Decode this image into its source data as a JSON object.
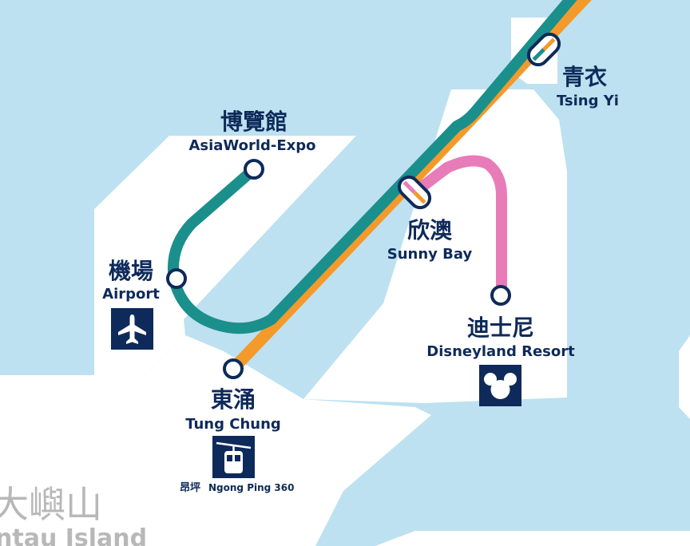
{
  "colors": {
    "water": "#bde1f0",
    "land": "#ffffff",
    "tung_chung_line": "#f39a2b",
    "airport_express": "#1b8f8c",
    "disneyland_line": "#e87cb8",
    "station_outline": "#0e2a5a",
    "icon_bg": "#0e2a5a",
    "island_label": "#b8b8b8"
  },
  "stations": [
    {
      "id": "tsing-yi",
      "name_zh": "青衣",
      "name_en": "Tsing Yi",
      "interchange": true
    },
    {
      "id": "asiaworld-expo",
      "name_zh": "博覽館",
      "name_en": "AsiaWorld-Expo",
      "interchange": false
    },
    {
      "id": "sunny-bay",
      "name_zh": "欣澳",
      "name_en": "Sunny Bay",
      "interchange": true
    },
    {
      "id": "airport",
      "name_zh": "機場",
      "name_en": "Airport",
      "interchange": false,
      "icon": "airplane-icon"
    },
    {
      "id": "disneyland-resort",
      "name_zh": "迪士尼",
      "name_en": "Disneyland Resort",
      "interchange": false,
      "icon": "mickey-icon"
    },
    {
      "id": "tung-chung",
      "name_zh": "東涌",
      "name_en": "Tung Chung",
      "interchange": false,
      "icon": "cable-car-icon"
    }
  ],
  "attraction": {
    "name_zh": "昂坪",
    "name_en": "Ngong Ping 360"
  },
  "island": {
    "name_zh": "大嶼山",
    "name_en": "ntau Island"
  }
}
